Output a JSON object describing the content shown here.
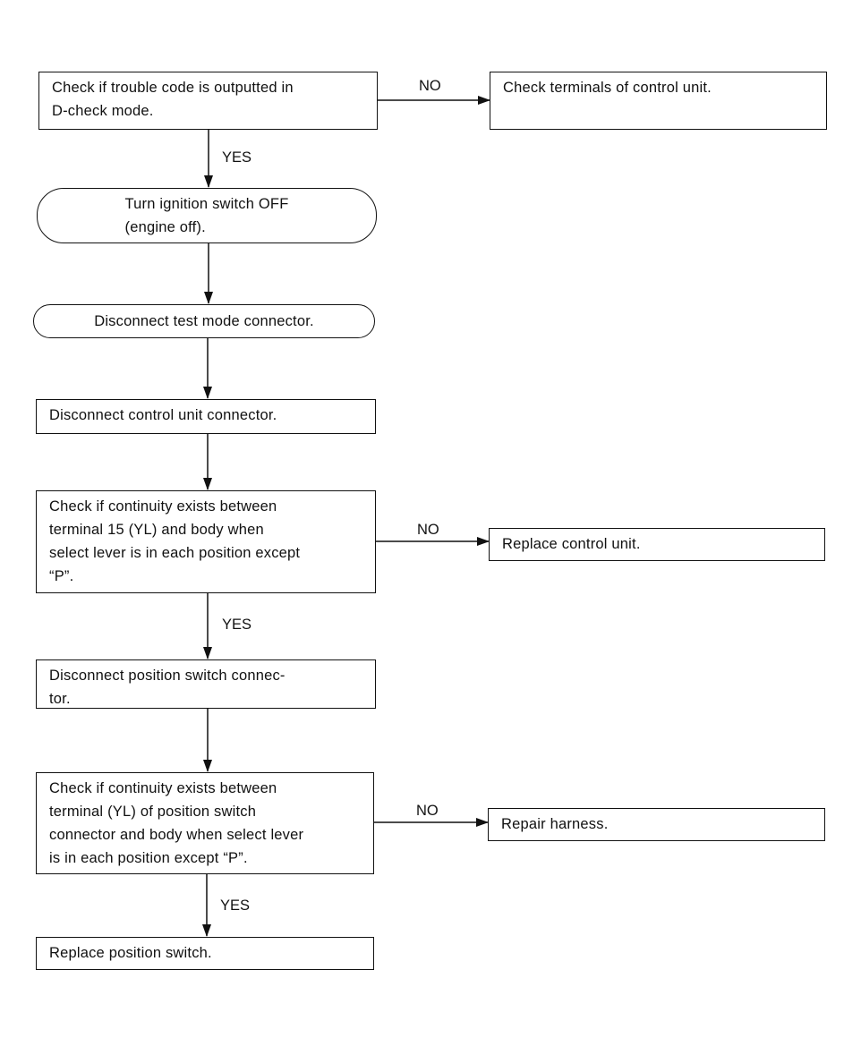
{
  "steps": {
    "check_trouble_code": "Check if trouble code is outputted in\nD-check mode.",
    "check_terminals": "Check terminals of control unit.",
    "turn_ignition_off": "Turn ignition switch OFF\n(engine off).",
    "disconnect_test_mode": "Disconnect test mode connector.",
    "disconnect_control_unit": "Disconnect control unit connector.",
    "check_continuity_15": "Check if continuity exists between\nterminal 15 (YL) and body when\nselect lever is in each position except\n“P”.",
    "replace_control_unit": "Replace control unit.",
    "disconnect_position_switch": "Disconnect position switch connec-\ntor.",
    "check_continuity_yl": "Check if continuity exists between\nterminal (YL) of position switch\nconnector and body when select lever\nis in each position except “P”.",
    "repair_harness": "Repair harness.",
    "replace_position_switch": "Replace position switch."
  },
  "labels": {
    "no": "NO",
    "yes": "YES"
  }
}
